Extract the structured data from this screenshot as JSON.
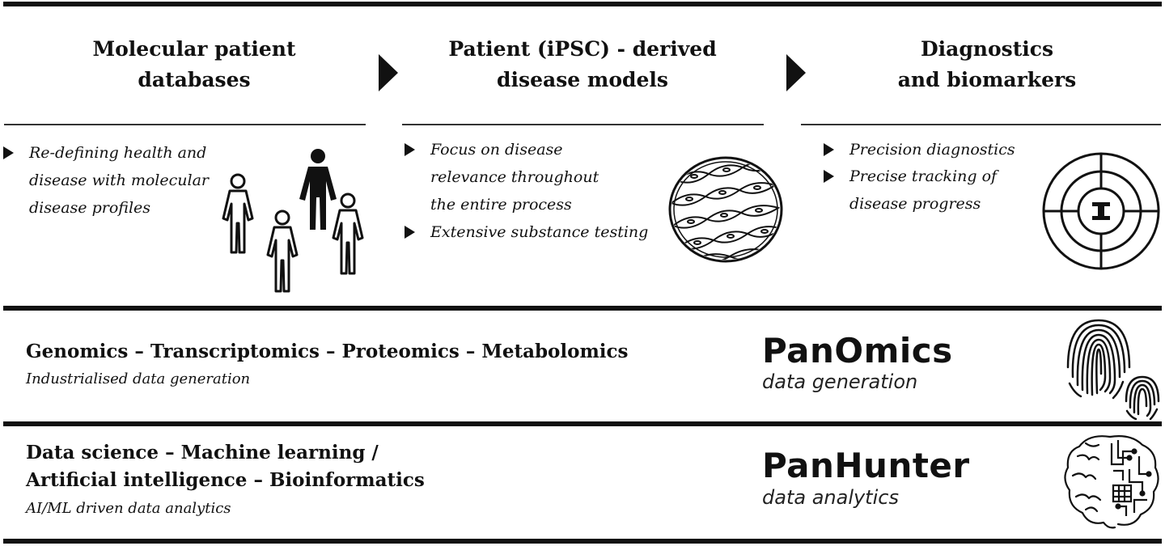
{
  "columns": [
    {
      "title_lines": [
        "Molecular patient",
        "databases"
      ],
      "bullets": [
        {
          "lines": [
            "Re-defining health and",
            "disease with molecular",
            "disease profiles"
          ]
        }
      ],
      "icon": "people-icon"
    },
    {
      "title_lines": [
        "Patient (iPSC) - derived",
        "disease models"
      ],
      "bullets": [
        {
          "lines": [
            "Focus on disease",
            "relevance throughout",
            "the entire process"
          ]
        },
        {
          "lines": [
            "Extensive substance testing"
          ]
        }
      ],
      "icon": "cell-culture-icon"
    },
    {
      "title_lines": [
        "Diagnostics",
        "and biomarkers"
      ],
      "bullets": [
        {
          "lines": [
            "Precision diagnostics"
          ]
        },
        {
          "lines": [
            "Precise tracking of",
            "disease progress"
          ]
        }
      ],
      "icon": "target-icon"
    }
  ],
  "bands": [
    {
      "headline_lines": [
        "Genomics – Transcriptomics – Proteomics – Metabolomics"
      ],
      "subtitle": "Industrialised data generation",
      "brand": "PanOmics",
      "brand_sub": "data generation",
      "icon": "fingerprint-icon"
    },
    {
      "headline_lines": [
        "Data science – Machine learning /",
        "Artificial intelligence – Bioinformatics"
      ],
      "subtitle": "AI/ML driven data analytics",
      "brand": "PanHunter",
      "brand_sub": "data analytics",
      "icon": "brain-circuit-icon"
    }
  ]
}
